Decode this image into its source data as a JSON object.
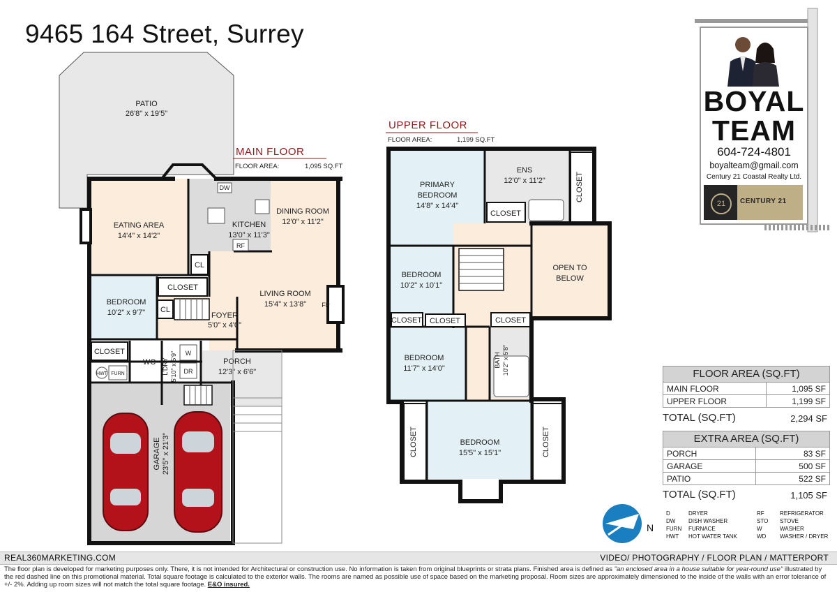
{
  "title": "9465 164 Street, Surrey",
  "main_floor": {
    "heading": "MAIN FLOOR",
    "area_label": "FLOOR AREA:",
    "area_value": "1,095 SQ.FT",
    "rooms": {
      "patio": {
        "name": "PATIO",
        "dim": "26'8\" x 19'5\""
      },
      "eating": {
        "name": "EATING AREA",
        "dim": "14'4\" x 14'2\""
      },
      "kitchen": {
        "name": "KITCHEN",
        "dim": "13'0\" x 11'3\""
      },
      "dining": {
        "name": "DINING ROOM",
        "dim": "12'0\" x 11'2\""
      },
      "living": {
        "name": "LIVING ROOM",
        "dim": "15'4\" x 13'8\""
      },
      "bedroom": {
        "name": "BEDROOM",
        "dim": "10'2\" x 9'7\""
      },
      "foyer": {
        "name": "FOYER",
        "dim": "5'0\" x 4'0\""
      },
      "porch": {
        "name": "PORCH",
        "dim": "12'3\" x 6'6\""
      },
      "laundry": {
        "name": "L'DRY",
        "dim": "5'10\" x 5'9\""
      },
      "garage": {
        "name": "GARAGE",
        "dim": "23'5\" x 21'3\""
      }
    },
    "labels": {
      "closet": "CLOSET",
      "closet2": "CLOSET",
      "cl1": "CL",
      "cl2": "CL",
      "wc": "WC",
      "dw": "DW",
      "rf": "RF",
      "w": "W",
      "dr": "DR",
      "hwt": "HWT",
      "furn": "FURN",
      "fp": "FP"
    }
  },
  "upper_floor": {
    "heading": "UPPER FLOOR",
    "area_label": "FLOOR AREA:",
    "area_value": "1,199 SQ.FT",
    "rooms": {
      "primary": {
        "name1": "PRIMARY",
        "name2": "BEDROOM",
        "dim": "14'8\" x 14'4\""
      },
      "ens": {
        "name": "ENS",
        "dim": "12'0\" x 11'2\""
      },
      "bed2": {
        "name": "BEDROOM",
        "dim": "10'2\" x 10'1\""
      },
      "open": {
        "name1": "OPEN TO",
        "name2": "BELOW"
      },
      "bed3": {
        "name": "BEDROOM",
        "dim": "11'7\" x 14'0\""
      },
      "bath": {
        "name": "BATH",
        "dim": "10'2\" x 5'8\""
      },
      "bed4": {
        "name": "BEDROOM",
        "dim": "15'5\" x 15'1\""
      }
    },
    "labels": {
      "closet_ens": "CLOSET",
      "closet_ens_side": "CLOSET",
      "closet_a": "CLOSET",
      "closet_b": "CLOSET",
      "closet_c": "CLOSET",
      "closet_left": "CLOSET",
      "closet_right": "CLOSET"
    }
  },
  "sign": {
    "name_line1": "BOYAL",
    "name_line2": "TEAM",
    "phone": "604-724-4801",
    "email": "boyalteam@gmail.com",
    "realty": "Century 21 Coastal Realty Ltd.",
    "logo_mark": "21",
    "logo_text": "CENTURY 21"
  },
  "floor_area_table": {
    "heading": "FLOOR AREA (SQ.FT)",
    "rows": [
      {
        "label": "MAIN FLOOR",
        "value": "1,095 SF"
      },
      {
        "label": "UPPER FLOOR",
        "value": "1,199 SF"
      }
    ],
    "total_label": "TOTAL (SQ.FT)",
    "total_value": "2,294 SF"
  },
  "extra_area_table": {
    "heading": "EXTRA AREA (SQ.FT)",
    "rows": [
      {
        "label": "PORCH",
        "value": "83 SF"
      },
      {
        "label": "GARAGE",
        "value": "500 SF"
      },
      {
        "label": "PATIO",
        "value": "522 SF"
      }
    ],
    "total_label": "TOTAL (SQ.FT)",
    "total_value": "1,105 SF"
  },
  "compass_label": "N",
  "legend": [
    {
      "abbr": "D",
      "desc": "DRYER"
    },
    {
      "abbr": "DW",
      "desc": "DISH WASHER"
    },
    {
      "abbr": "FURN",
      "desc": "FURNACE"
    },
    {
      "abbr": "HWT",
      "desc": "HOT WATER TANK"
    },
    {
      "abbr": "RF",
      "desc": "REFRIGERATOR"
    },
    {
      "abbr": "STO",
      "desc": "STOVE"
    },
    {
      "abbr": "W",
      "desc": "WASHER"
    },
    {
      "abbr": "WD",
      "desc": "WASHER / DRYER"
    }
  ],
  "footer": {
    "left": "REAL360MARKETING.COM",
    "right": "VIDEO/ PHOTOGRAPHY / FLOOR PLAN / MATTERPORT",
    "disclaimer_part1": "The floor plan is developed for marketing purposes only. There, it is not intended for Architectural or construction use. No information is  taken from original blueprints or strata plans. Finished area is defined as ",
    "disclaimer_quote": "\"an enclosed area in a house suitable for year-round use\"",
    "disclaimer_part2": " illustrated by the red dashed line on this promotional material. Total square footage is calculated to the exterior walls. The rooms are named as possible use of space based on the marketing proposal. Room sizes are approximately dimensioned to the inside of the walls with an error tolerance of +/- 2%. Adding up room sizes will not match the total square footage. ",
    "disclaimer_bold": "E&O insured."
  },
  "colors": {
    "wall": "#111111",
    "eating_fill": "#fbecdc",
    "kitchen_fill": "#dcdcdc",
    "blue_fill": "#e3f1f7",
    "garage_fill": "#d6d6d6",
    "patio_fill": "#e8e8e8",
    "title_red": "#8b1a1a",
    "car_red": "#b3121a"
  }
}
